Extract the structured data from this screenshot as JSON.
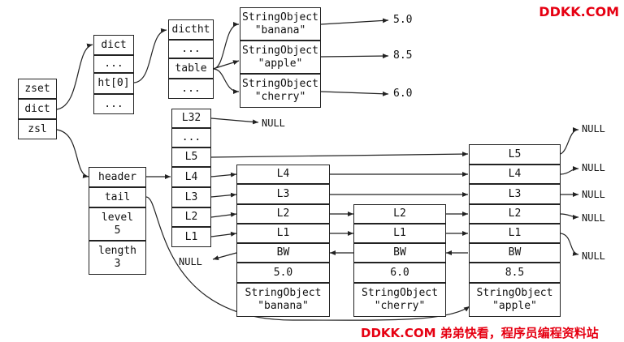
{
  "watermark_top": "DDKK.COM",
  "watermark_bottom": "DDKK.COM 弟弟快看，程序员编程资料站",
  "accent_color": "#e60012",
  "zset": {
    "fields": [
      "zset",
      "dict",
      "zsl"
    ]
  },
  "dict": {
    "fields": [
      "dict",
      "...",
      "ht[0]",
      "..."
    ]
  },
  "dictht": {
    "fields": [
      "dictht",
      "...",
      "table",
      "..."
    ]
  },
  "entries": [
    {
      "type": "StringObject",
      "member": "\"banana\"",
      "score": "5.0"
    },
    {
      "type": "StringObject",
      "member": "\"apple\"",
      "score": "8.5"
    },
    {
      "type": "StringObject",
      "member": "\"cherry\"",
      "score": "6.0"
    }
  ],
  "zskiplist": {
    "header": "header",
    "tail": "tail",
    "level": "level",
    "level_value": "5",
    "length": "length",
    "length_value": "3"
  },
  "header_node": {
    "levels": [
      "L32",
      "...",
      "L5",
      "L4",
      "L3",
      "L2",
      "L1"
    ]
  },
  "nodes": [
    {
      "levels": [
        "L4",
        "L3",
        "L2",
        "L1"
      ],
      "bw": "BW",
      "score": "5.0",
      "obj": "StringObject",
      "member": "\"banana\""
    },
    {
      "levels": [
        "L2",
        "L1"
      ],
      "bw": "BW",
      "score": "6.0",
      "obj": "StringObject",
      "member": "\"cherry\""
    },
    {
      "levels": [
        "L5",
        "L4",
        "L3",
        "L2",
        "L1"
      ],
      "bw": "BW",
      "score": "8.5",
      "obj": "StringObject",
      "member": "\"apple\""
    }
  ],
  "null_label": "NULL"
}
